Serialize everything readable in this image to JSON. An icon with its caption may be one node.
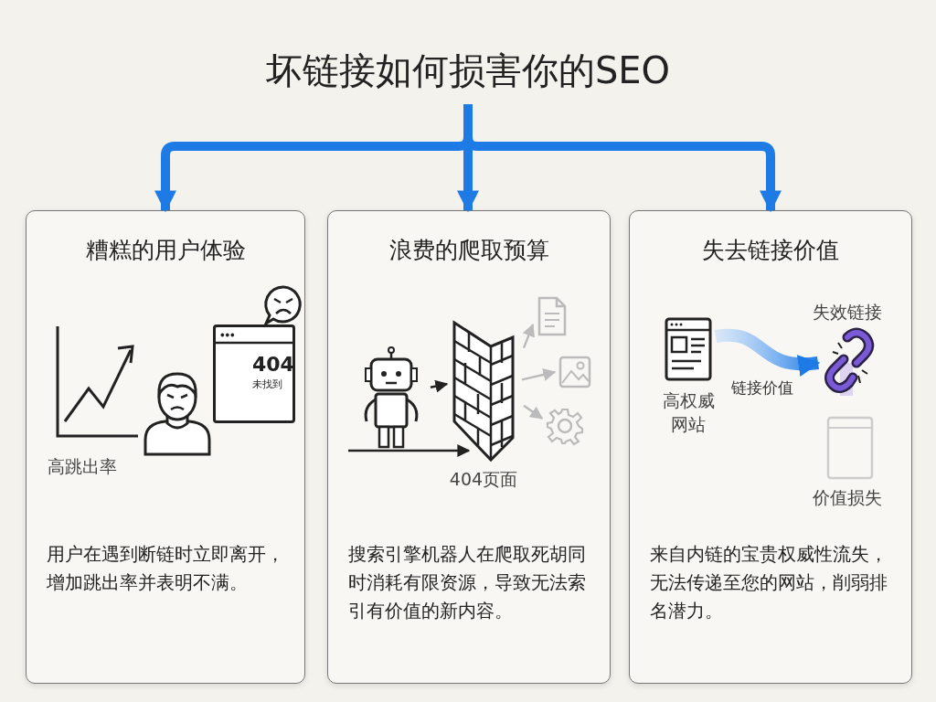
{
  "diagram": {
    "nodes": [
      {
        "text": [
          "坏链接如何损害你的SEO"
        ]
      },
      {
        "text": [
          "糟糕的用户体验",
          "用户在遇到断链时立即离开，增加跳出率并表明不满。"
        ]
      },
      {
        "text": [
          "浪费的爬取预算",
          "搜索引擎机器人在爬取死胡同时消耗有限资源，导致无法索引有价值的新内容。"
        ]
      },
      {
        "text": [
          "失去链接价值",
          "来自内链的宝贵权威性流失，无法传递至您的网站，削弱排名潜力。"
        ]
      },
      {
        "text": [],
        "shape": "picture",
        "in": 1,
        "beside": [
          "高跳出率"
        ]
      },
      {
        "text": [
          "404",
          "未找到"
        ],
        "in": 1
      },
      {
        "text": [],
        "shape": "picture",
        "in": 2
      },
      {
        "text": [],
        "shape": "picture",
        "in": 2,
        "beside": [
          "404页面"
        ]
      },
      {
        "text": [],
        "shape": "picture",
        "in": 2
      },
      {
        "text": [],
        "shape": "picture",
        "in": 2
      },
      {
        "text": [],
        "shape": "picture",
        "in": 2
      },
      {
        "text": [],
        "shape": "picture",
        "in": 3,
        "beside": [
          "高权威网站"
        ]
      },
      {
        "text": [],
        "shape": "picture",
        "in": 3,
        "beside": [
          "失效链接"
        ]
      },
      {
        "text": [],
        "shape": "picture",
        "in": 3,
        "beside": [
          "价值损失"
        ]
      }
    ],
    "edges": [
      {
        "from": 0,
        "to": 1,
        "arrow": "to",
        "style": "thick",
        "color": "#1e7be6"
      },
      {
        "from": 0,
        "to": 2,
        "arrow": "to",
        "style": "thick",
        "color": "#1e7be6"
      },
      {
        "from": 0,
        "to": 3,
        "arrow": "to",
        "style": "thick",
        "color": "#1e7be6"
      },
      {
        "from": 6,
        "to": 7,
        "arrow": "to",
        "color": "#222222"
      },
      {
        "from": 6,
        "to": 7,
        "arrow": "to",
        "color": "#222222"
      },
      {
        "from": 7,
        "to": 8,
        "arrow": "to",
        "color": "#bbbbbb"
      },
      {
        "from": 7,
        "to": 9,
        "arrow": "to",
        "color": "#bbbbbb"
      },
      {
        "from": 7,
        "to": 10,
        "arrow": "to",
        "color": "#bbbbbb"
      },
      {
        "from": 11,
        "to": 12,
        "label": "链接价值",
        "arrow": "to",
        "style": "thick",
        "color": "#1e7be6"
      }
    ]
  }
}
